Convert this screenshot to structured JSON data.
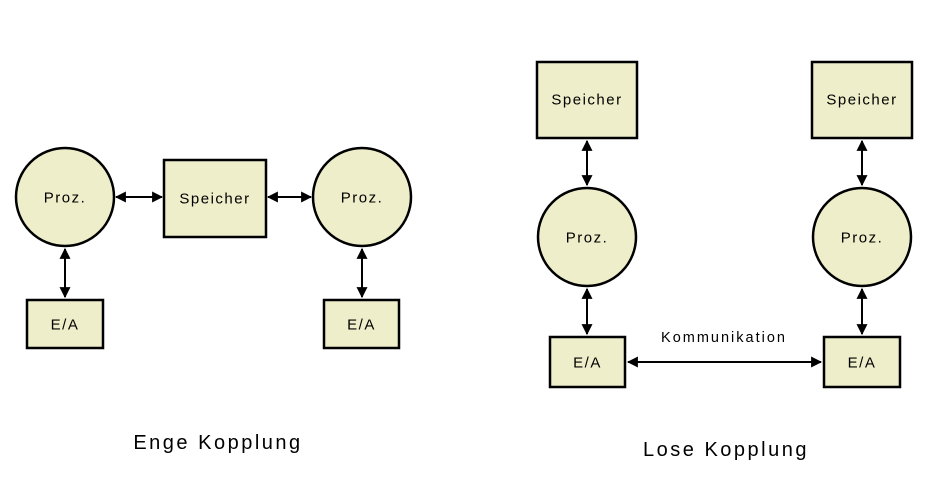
{
  "diagram": {
    "shape_fill": "#eeeeca",
    "shape_stroke": "#000000",
    "tight_coupling": {
      "title": "Enge Kopplung",
      "processor_left": "Proz.",
      "memory": "Speicher",
      "processor_right": "Proz.",
      "io_left": "E/A",
      "io_right": "E/A"
    },
    "loose_coupling": {
      "title": "Lose Kopplung",
      "memory_left": "Speicher",
      "memory_right": "Speicher",
      "processor_left": "Proz.",
      "processor_right": "Proz.",
      "io_left": "E/A",
      "io_right": "E/A",
      "communication_label": "Kommunikation"
    }
  }
}
